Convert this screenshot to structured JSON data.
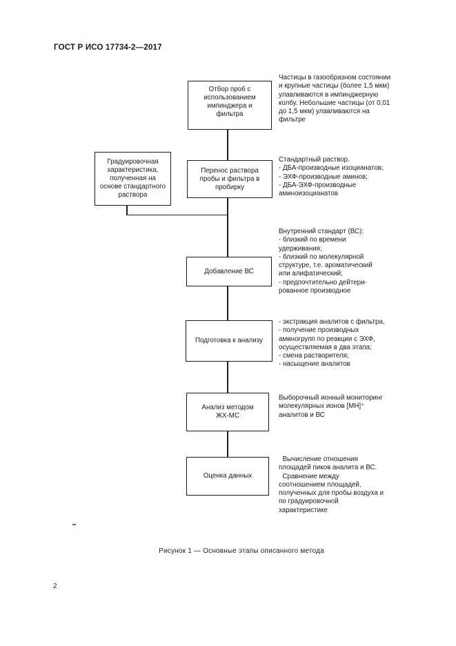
{
  "page": {
    "header_title": "ГОСТ Р ИСО 17734-2—2017",
    "figure_caption": "Рисунок 1 — Основные этапы описанного метода",
    "page_number": "2"
  },
  "flowchart": {
    "main_boxes": [
      {
        "name": "sampling",
        "label": "Отбор проб с\nиспользованием\nимпинджера и\nфильтра"
      },
      {
        "name": "transfer",
        "label": "Перенос раствора\nпробы и фильтра в\nпробирку"
      },
      {
        "name": "add-is",
        "label": "Добавление ВС"
      },
      {
        "name": "preparation",
        "label": "Подготовка к анализу"
      },
      {
        "name": "analysis",
        "label": "Анализ методом\nЖХ-МС"
      },
      {
        "name": "evaluation",
        "label": "Оценка данных"
      }
    ],
    "side_box": {
      "label": "Градуировочная\nхарактеристика,\nполученная на\nоснове стандартного\nраствора"
    },
    "annotations": [
      {
        "text": "Частицы в газообразном состоянии\nи крупные частицы (более 1,5 мкм)\nулавливаются в импинджерную\nколбу. Небольшие частицы (от 0,01\nдо 1,5 мкм) улавливаются на\nфильтре"
      },
      {
        "text": "Стандартный раствор.\n- ДБА-производные изоцианатов;\n- ЭХФ-производные аминов;\n- ДБА-ЭХФ-производные\nаминоизоцианатов"
      },
      {
        "text": "Внутренний стандарт (ВС):\n- близкий по времени\nудерживания;\n- близкий по молекулярной\nструктуре, т.е. ароматический\nили алифатический;\n- предпочтительно дейтери-\nрованное производное"
      },
      {
        "text": "- экстракция аналитов с фильтра,\n- получение производных\nаминогрупп по реакции с ЭХФ,\nосуществляемая в два этапа;\n- смена растворителя;\n- насыщение аналитов"
      },
      {
        "text": "Выборочный ионный мониторинг\nмолекулярных ионов [МН]⁺\nаналитов и ВС"
      },
      {
        "text": "  Вычисление отношения\nплощадей пиков аналита и ВС.\n  Сравнение между\nсоотношением площадей,\nполученных для пробы воздуха и\nпо градуировочной\nхарактеристике"
      }
    ],
    "colors": {
      "line": "#1c1c1c",
      "text": "#1b1b1b",
      "background": "#ffffff"
    }
  }
}
